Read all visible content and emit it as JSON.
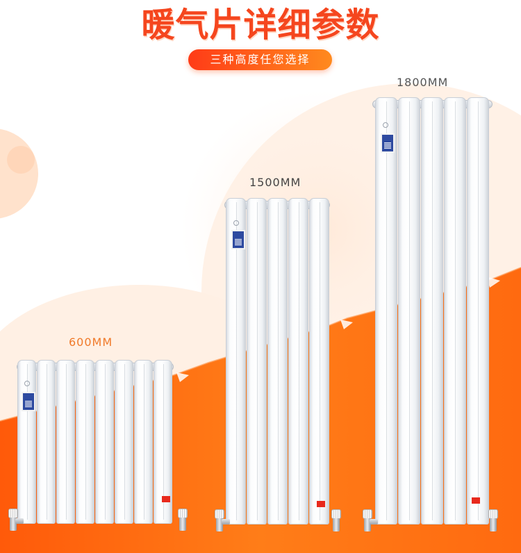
{
  "header": {
    "title": "暖气片详细参数",
    "subtitle": "三种高度任您选择"
  },
  "sizes": {
    "small": "600MM",
    "medium": "1500MM",
    "large": "1800MM"
  },
  "colors": {
    "accent": "#f5461e",
    "orange": "#ff8a1e",
    "brand_tag": "#2e4aa0",
    "warning_tag": "#e8291c"
  }
}
